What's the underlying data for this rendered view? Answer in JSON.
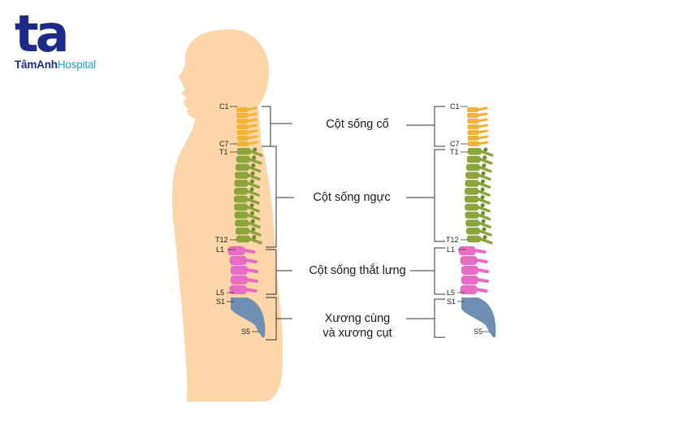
{
  "brand": {
    "mark": "ta",
    "name_part1": "TâmAnh",
    "name_part2": "Hospital"
  },
  "regions": {
    "cervical": "Cột sống cổ",
    "thoracic": "Cột sống ngực",
    "lumbar": "Cột sống thắt lưng",
    "sacral_line1": "Xương cùng",
    "sacral_line2": "và  xương cụt"
  },
  "vertebra_labels": {
    "c1": "C1",
    "c7": "C7",
    "t1": "T1",
    "t12": "T12",
    "l1": "L1",
    "l5": "L5",
    "s1": "S1",
    "s5": "S5"
  },
  "colors": {
    "cervical": "#f2b233",
    "thoracic": "#8aa53a",
    "lumbar": "#e96bc4",
    "sacral": "#6f8fb3",
    "body": "#fcd5a8",
    "brand_dark": "#1e2a8a",
    "brand_light": "#1aa3c7"
  }
}
